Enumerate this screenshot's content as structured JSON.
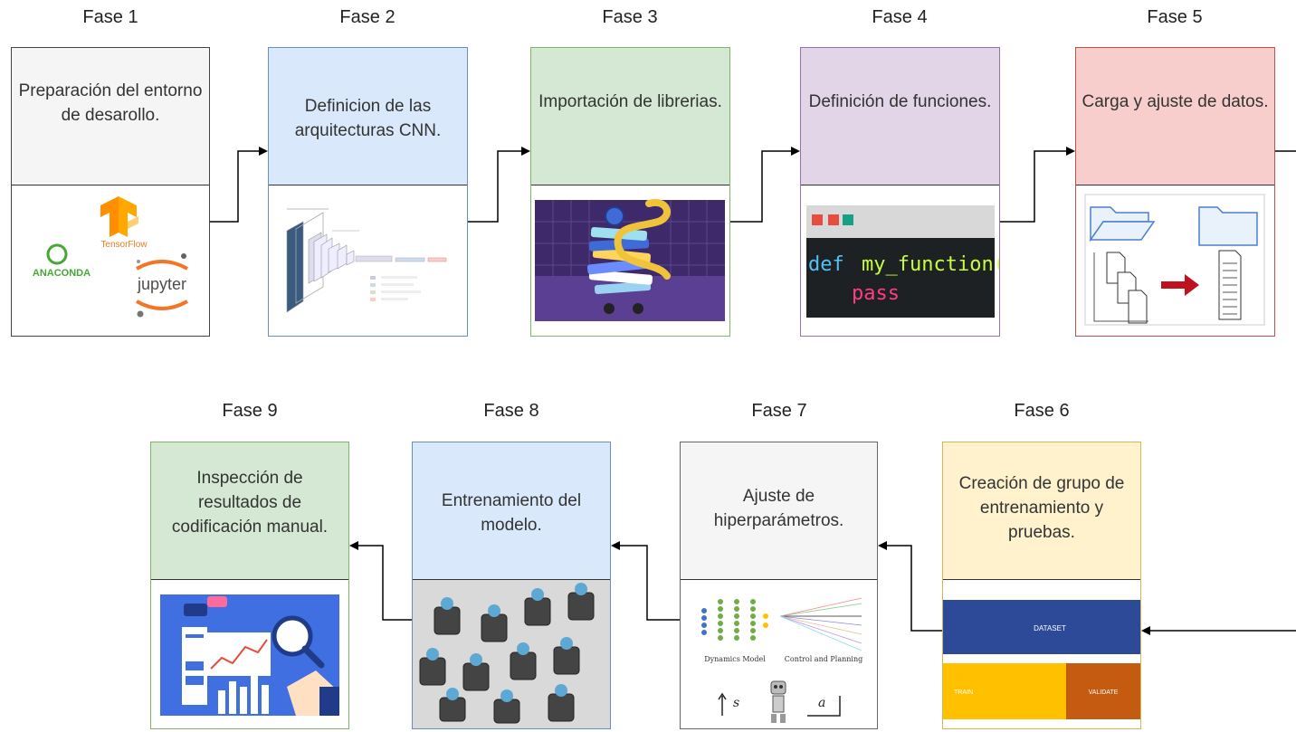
{
  "colors": {
    "gray_fill": "#f5f5f5",
    "gray_stroke": "#666666",
    "blue_fill": "#dae8fc",
    "blue_stroke": "#6c8ebf",
    "green_fill": "#d5e8d4",
    "green_stroke": "#82b366",
    "purple_fill": "#e1d5e7",
    "purple_stroke": "#9673a6",
    "red_fill": "#f8cecc",
    "red_stroke": "#b85450",
    "yellow_fill": "#fff2cc",
    "yellow_stroke": "#d6b656",
    "arrow": "#000000"
  },
  "phases": [
    {
      "label": "Fase 1",
      "title": "Preparación del entorno de desarollo.",
      "icon": "dev-tools-logos",
      "logos": {
        "tensorflow": "TensorFlow",
        "anaconda": "ANACONDA",
        "jupyter": "jupyter"
      }
    },
    {
      "label": "Fase 2",
      "title": "Definicion de las arquitecturas CNN.",
      "icon": "cnn-architecture-diagram"
    },
    {
      "label": "Fase 3",
      "title": "Importación de librerias.",
      "icon": "python-library-illustration"
    },
    {
      "label": "Fase 4",
      "title": "Definición de funciones.",
      "icon": "code-editor",
      "code": {
        "keyword": "def",
        "name": "my_function(",
        "body": "pass"
      }
    },
    {
      "label": "Fase 5",
      "title": "Carga y ajuste de datos.",
      "icon": "folder-transfer-icon"
    },
    {
      "label": "Fase 6",
      "title": "Creación de grupo de entrenamiento y pruebas.",
      "icon": "dataset-split",
      "split": {
        "dataset": "DATASET",
        "train": "TRAIN",
        "validate": "VALIDATE"
      }
    },
    {
      "label": "Fase 7",
      "title": "Ajuste de hiperparámetros.",
      "icon": "model-learning-diagram",
      "formula": {
        "s": "s",
        "a": "a",
        "dyn": "Dynamics Model",
        "ctrl": "Control and Planning"
      }
    },
    {
      "label": "Fase 8",
      "title": "Entrenamiento del modelo.",
      "icon": "robots-training-illustration"
    },
    {
      "label": "Fase 9",
      "title": "Inspección de resultados de codificación manual.",
      "icon": "analytics-inspection-illustration"
    }
  ]
}
